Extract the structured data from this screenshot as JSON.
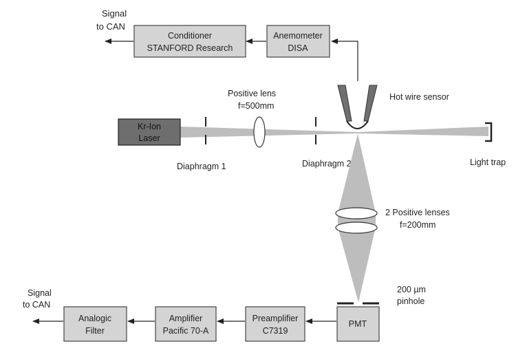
{
  "labels": {
    "signal_top_1": "Signal",
    "signal_top_2": "to CAN",
    "conditioner_1": "Conditioner",
    "conditioner_2": "STANFORD Research",
    "anemometer_1": "Anemometer",
    "anemometer_2": "DISA",
    "positive_lens_1": "Positive lens",
    "positive_lens_2": "f=500mm",
    "hot_wire": "Hot wire sensor",
    "laser_1": "Kr-Ion",
    "laser_2": "Laser",
    "diaphragm_1": "Diaphragm 1",
    "diaphragm_2": "Diaphragm 2",
    "light_trap": "Light trap",
    "lenses_1": "2 Positive lenses",
    "lenses_2": "f=200mm",
    "pinhole_1": "200 µm",
    "pinhole_2": "pinhole",
    "signal_bottom_1": "Signal",
    "signal_bottom_2": "to CAN",
    "filter_1": "Analogic",
    "filter_2": "Filter",
    "amplifier_1": "Amplifier",
    "amplifier_2": "Pacific 70-A",
    "preamp_1": "Preamplifier",
    "preamp_2": "C7319",
    "pmt": "PMT"
  }
}
